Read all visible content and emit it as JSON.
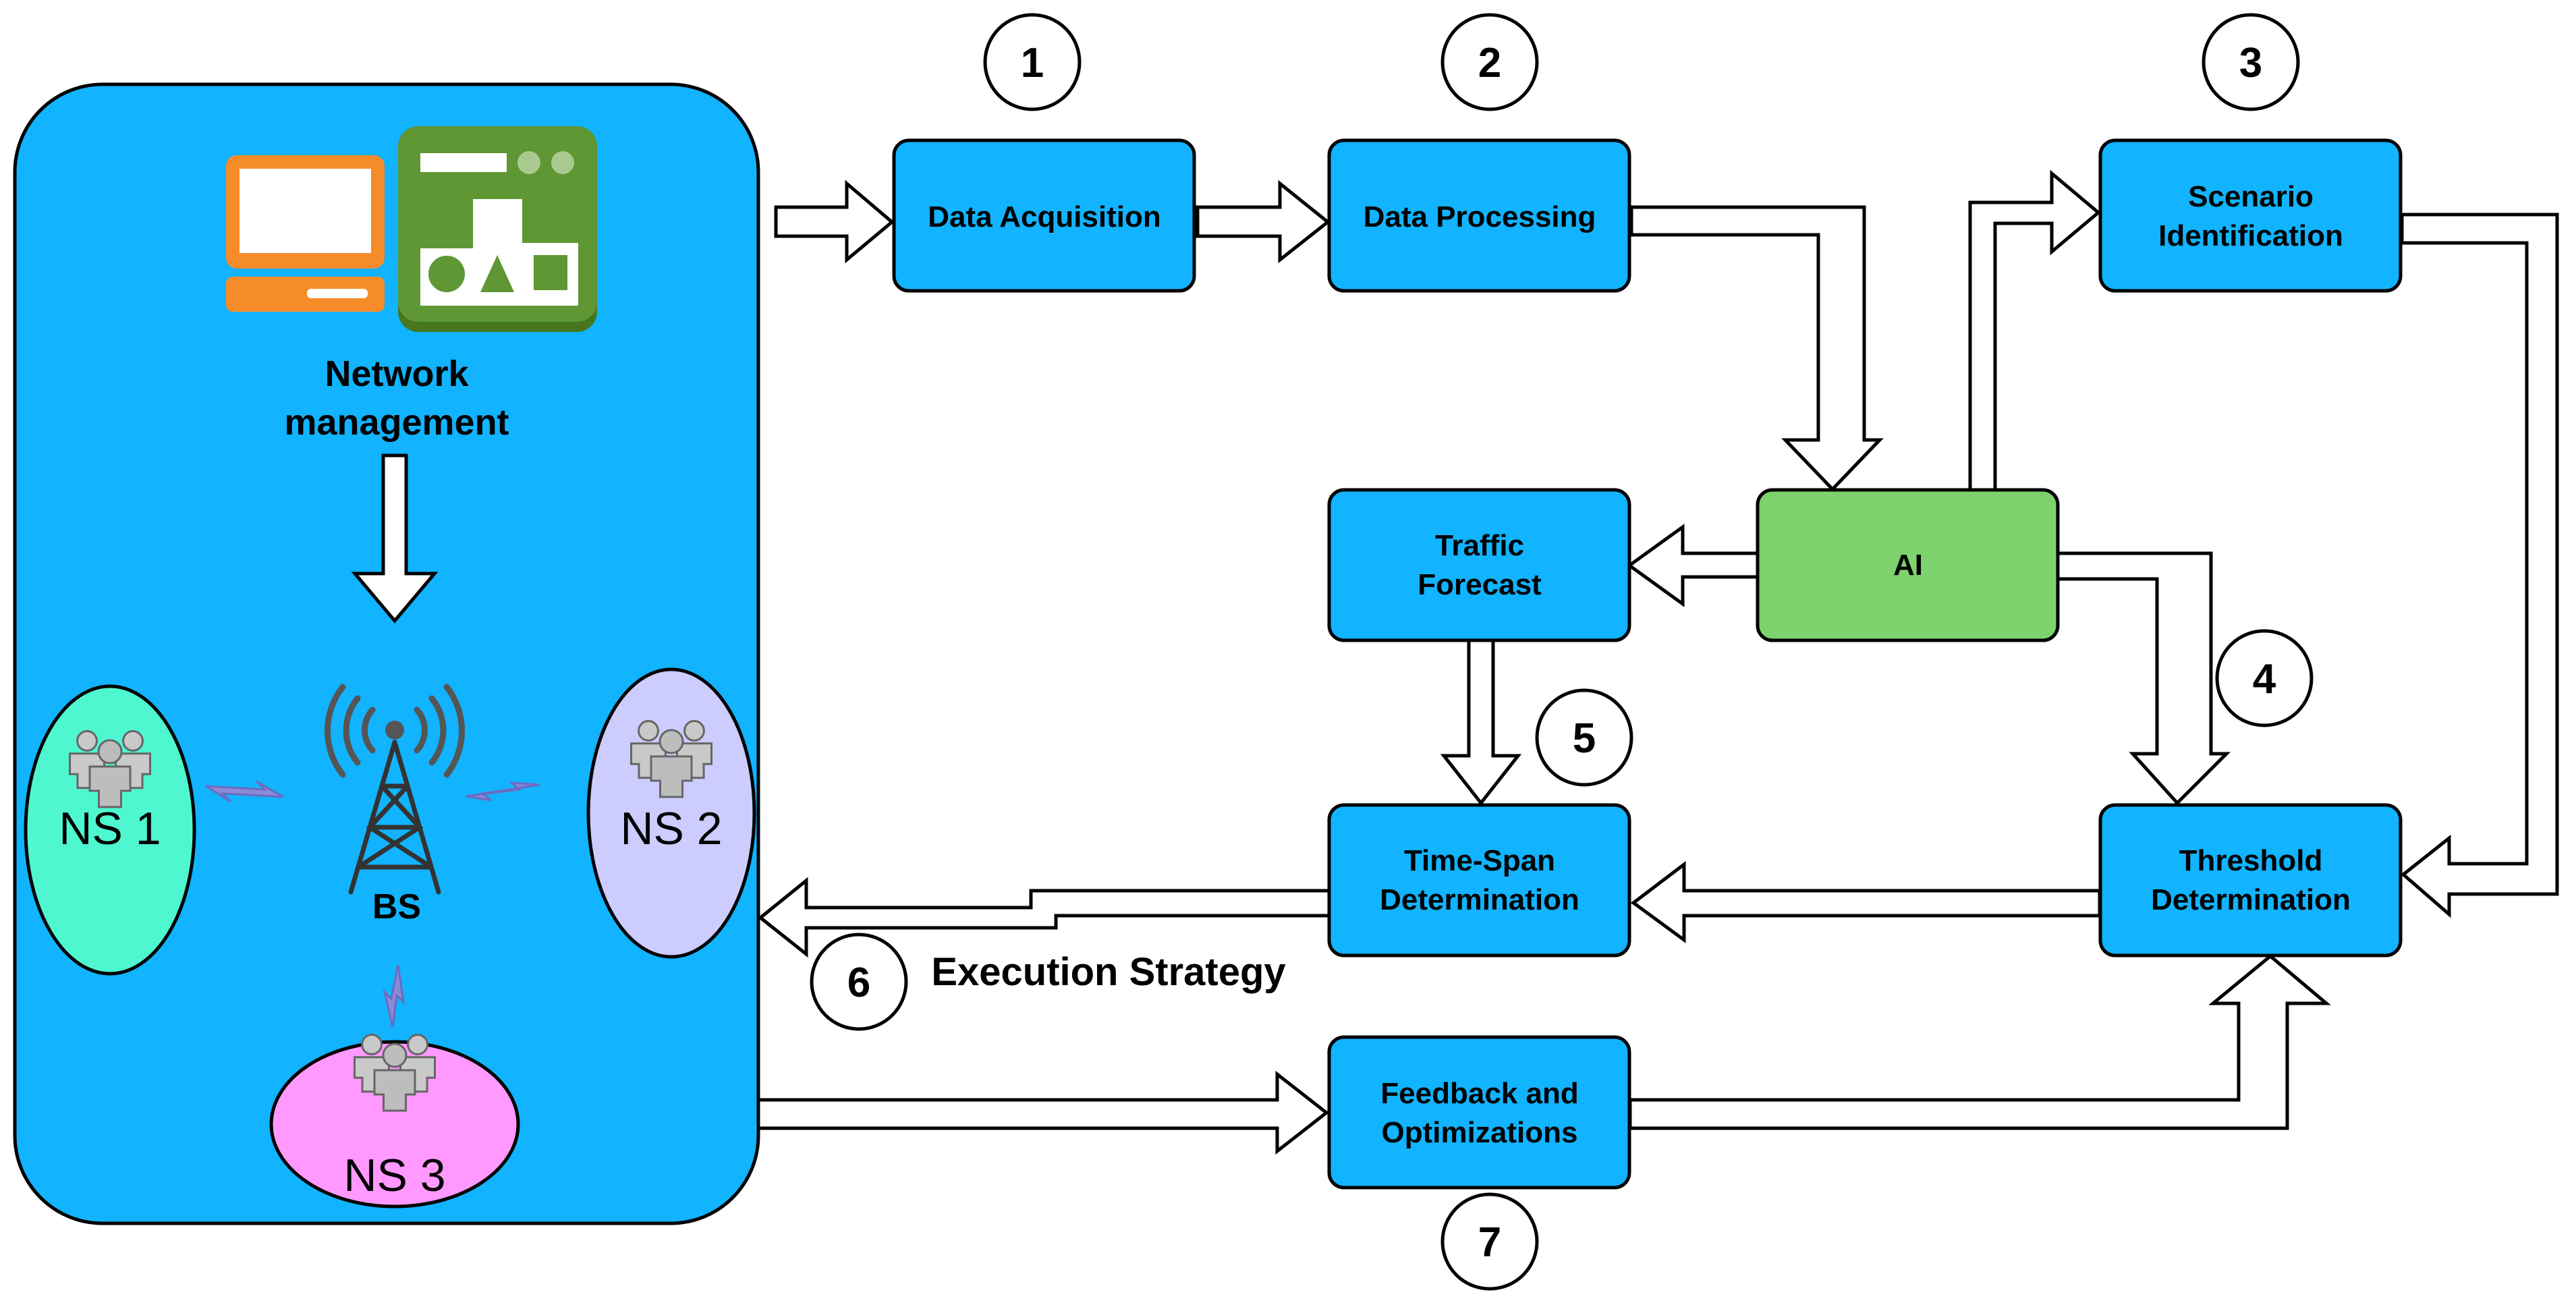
{
  "network_panel": {
    "title_line1": "Network management",
    "title_line2": "",
    "bs_label": "BS",
    "slices": [
      "NS 1",
      "NS 2",
      "NS 3"
    ]
  },
  "steps": {
    "data_acquisition": {
      "number": "1",
      "lines": [
        "Data Acquisition"
      ]
    },
    "data_processing": {
      "number": "2",
      "lines": [
        "Data Processing"
      ]
    },
    "scenario_identification": {
      "number": "3",
      "lines": [
        "Scenario",
        "Identification"
      ]
    },
    "ai": {
      "lines": [
        "AI"
      ]
    },
    "traffic_forecast": {
      "lines": [
        "Traffic",
        "Forecast"
      ]
    },
    "threshold_determination": {
      "number": "4",
      "lines": [
        "Threshold",
        "Determination"
      ]
    },
    "time_span_determination": {
      "number": "5",
      "lines": [
        "Time-Span",
        "Determination"
      ]
    },
    "execution_strategy": {
      "number": "6",
      "label": "Execution Strategy"
    },
    "feedback_optimizations": {
      "number": "7",
      "lines": [
        "Feedback and",
        "Optimizations"
      ]
    }
  },
  "colors": {
    "panel_blue": "#12B3FF",
    "ai_green": "#7DD26E",
    "ns1": "#4FF7D1",
    "ns2": "#CCCCFF",
    "ns3": "#FF99FF",
    "monitor_orange": "#F68B2A",
    "dashboard_green": "#5E9733"
  }
}
